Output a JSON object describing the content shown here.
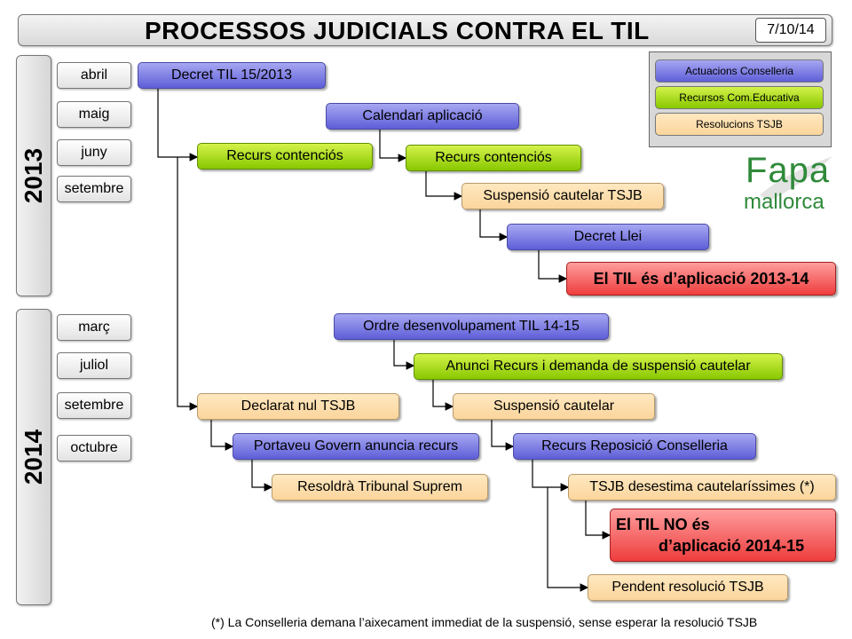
{
  "header": {
    "title": "PROCESSOS JUDICIALS CONTRA EL TIL",
    "date": "7/10/14"
  },
  "years": [
    "2013",
    "2014"
  ],
  "months_2013": [
    "abril",
    "maig",
    "juny",
    "setembre"
  ],
  "months_2014": [
    "març",
    "juliol",
    "setembre",
    "octubre"
  ],
  "legend": [
    "Actuacions Conselleria",
    "Recursos Com.Educativa",
    "Resolucions TSJB"
  ],
  "logo": {
    "line1": "Fapa",
    "line2": "mallorca"
  },
  "nodes": {
    "decret_til": "Decret TIL 15/2013",
    "calendari": "Calendari aplicació",
    "recurs1": "Recurs contenciós",
    "recurs2": "Recurs contenciós",
    "suspensio_tsjb": "Suspensió cautelar TSJB",
    "decret_llei": "Decret Llei",
    "til_aplicacio_1314": "El TIL és d’aplicació 2013-14",
    "ordre": "Ordre desenvolupament TIL 14-15",
    "anunci": "Anunci Recurs i demanda de suspensió cautelar",
    "declarat_nul": "Declarat nul TSJB",
    "suspensio_cautelar": "Suspensió cautelar",
    "portaveu": "Portaveu Govern anuncia recurs",
    "recurs_reposicio": "Recurs Reposició Conselleria",
    "resoldra": "Resoldrà Tribunal Suprem",
    "tsjb_desestima": "TSJB desestima cautelaríssimes (*)",
    "til_no_1": "El TIL NO és",
    "til_no_2": "d’aplicació 2014-15",
    "pendent": "Pendent resolució TSJB"
  },
  "footnote": "(*) La Conselleria demana l’aixecament immediat de la suspensió, sense esperar la resolució TSJB"
}
